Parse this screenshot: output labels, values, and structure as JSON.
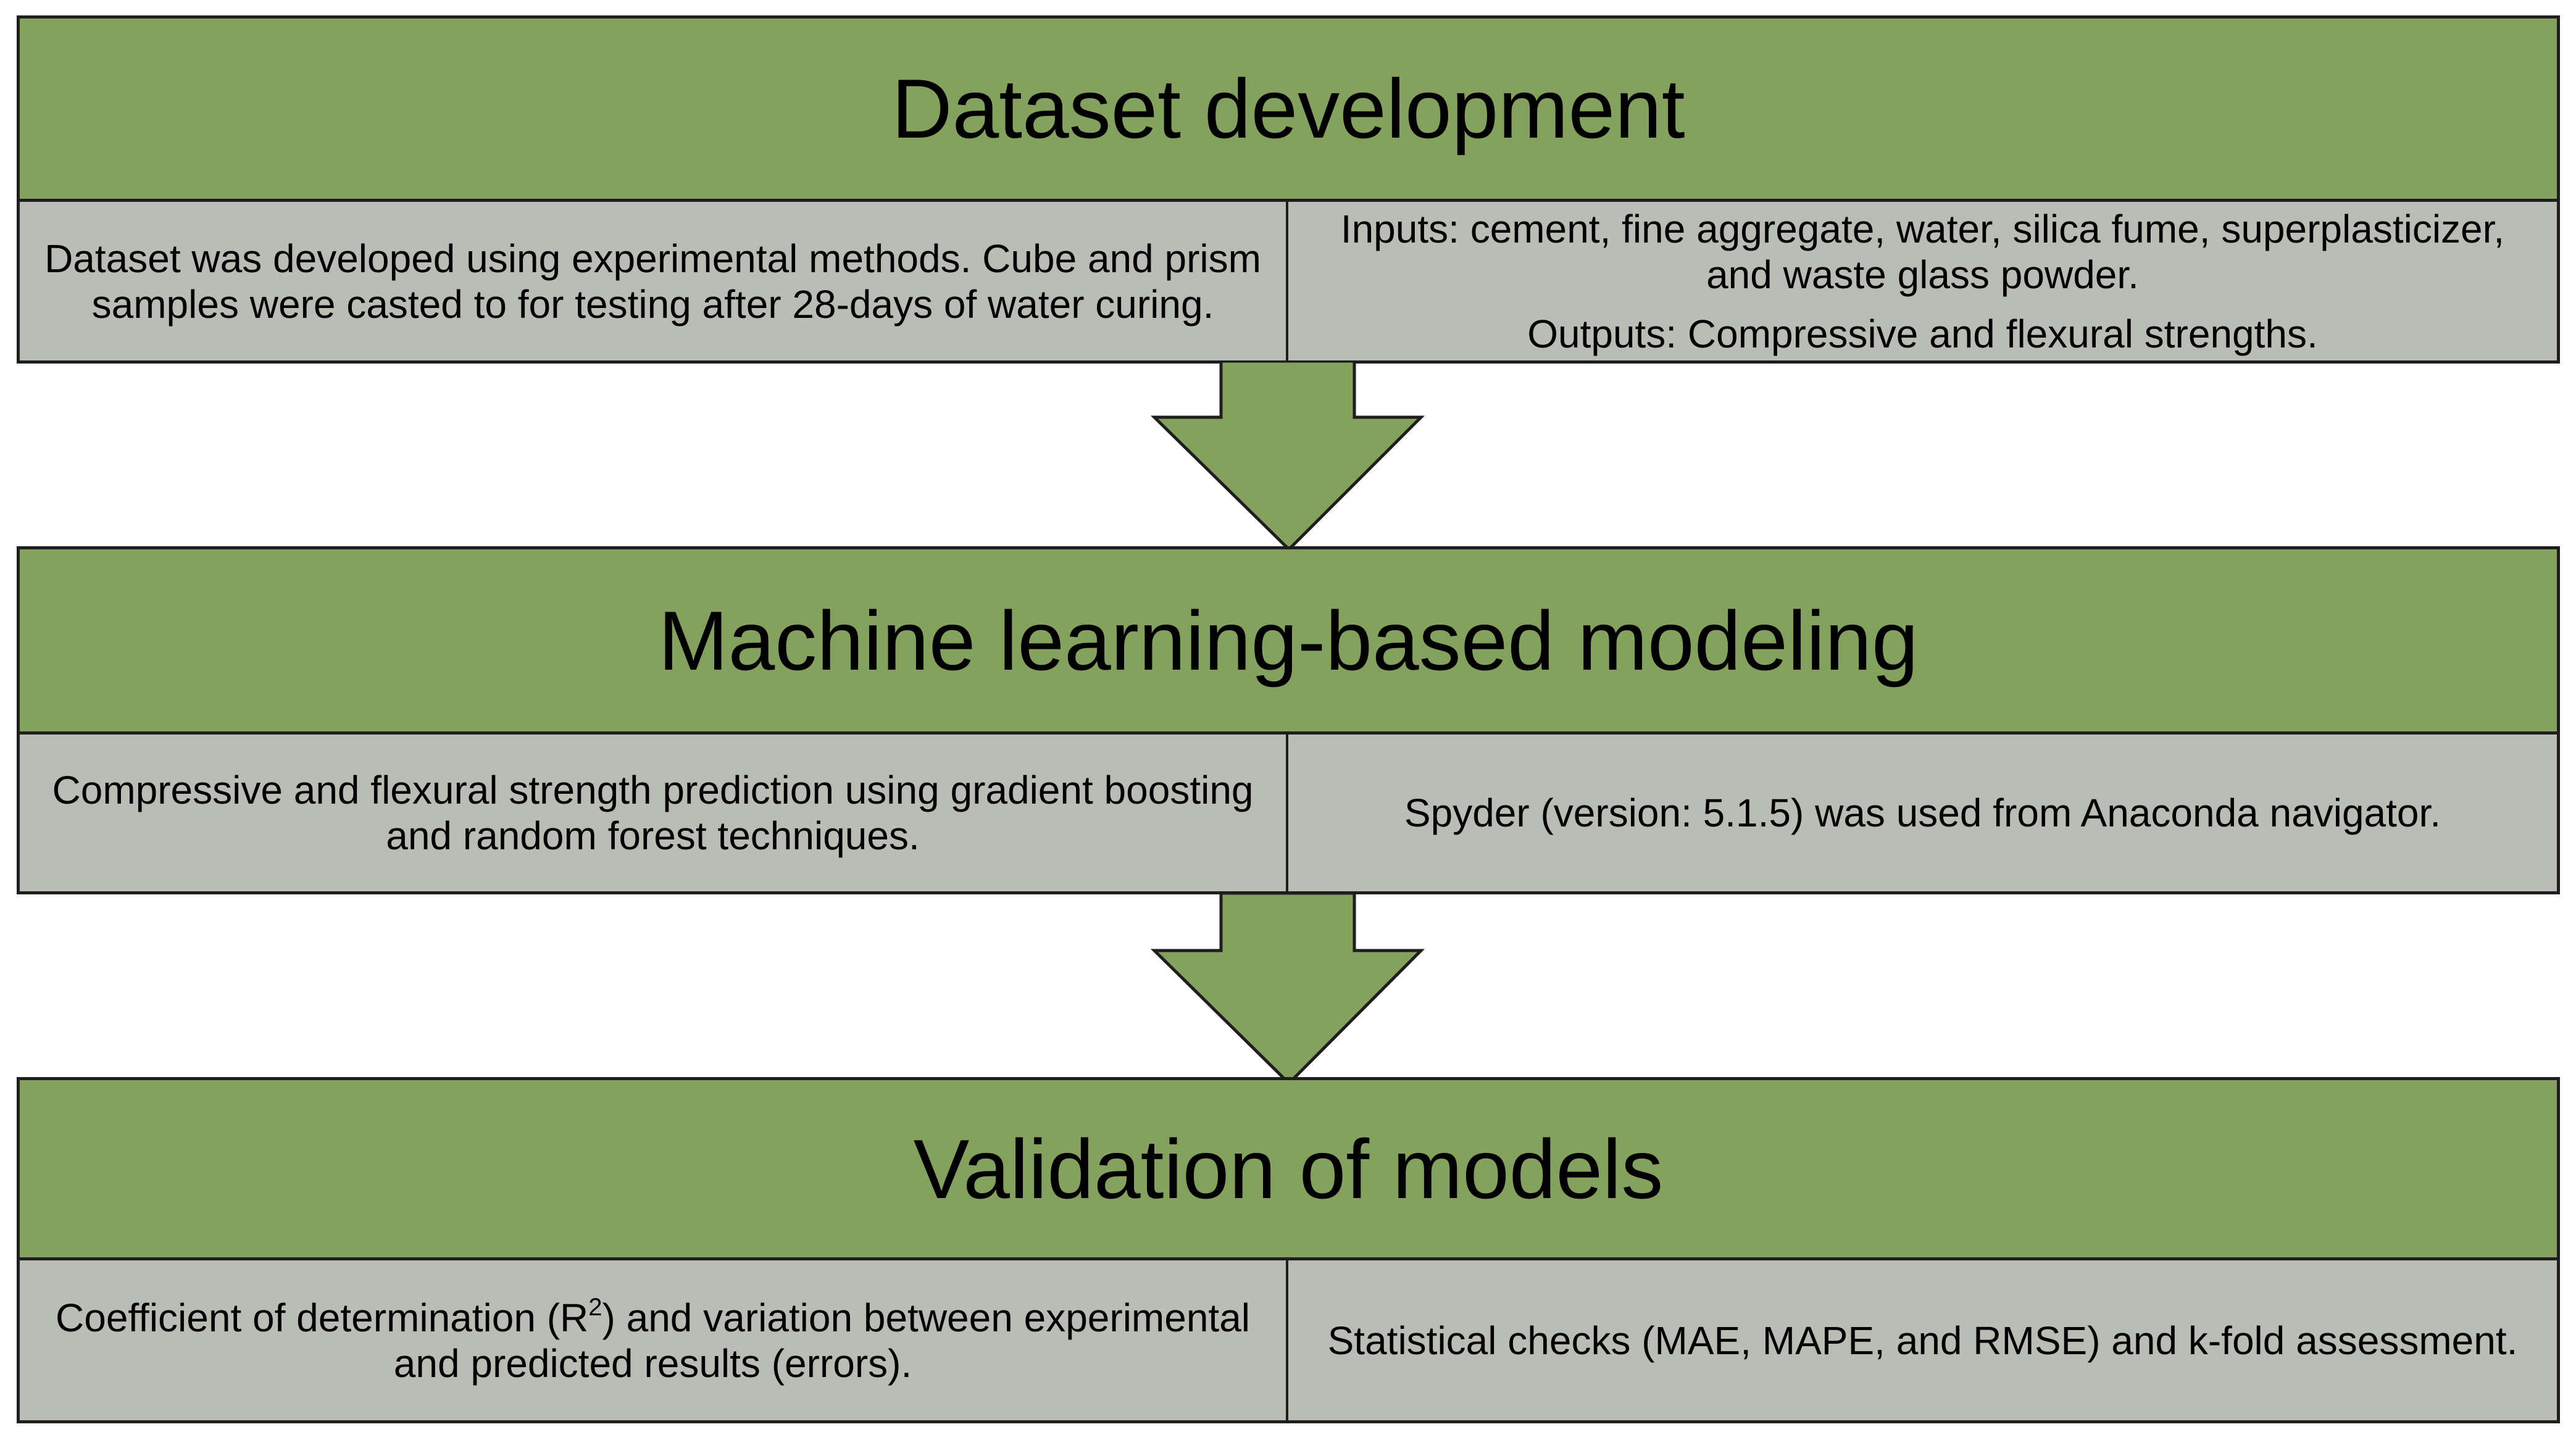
{
  "colors": {
    "header_fill": "#84a15d",
    "body_fill": "#babdb4",
    "border": "#1e1e1e",
    "arrow_fill": "#84a15d"
  },
  "stages": [
    {
      "title": "Dataset development",
      "left": [
        "Dataset was developed using experimental methods. Cube and prism samples were casted to for testing after 28-days of water curing."
      ],
      "right": [
        "Inputs: cement, fine aggregate, water, silica fume, superplasticizer, and waste glass powder.",
        "Outputs: Compressive and flexural strengths."
      ]
    },
    {
      "title": "Machine learning-based modeling",
      "left": [
        "Compressive and flexural strength prediction using gradient boosting and random forest techniques."
      ],
      "right": [
        "Spyder (version: 5.1.5) was used from Anaconda navigator."
      ]
    },
    {
      "title": "Validation of models",
      "left_parts": [
        "Coefficient of determination (R",
        "2",
        ") and variation between experimental and predicted results (errors)."
      ],
      "right": [
        "Statistical checks (MAE, MAPE, and RMSE) and k-fold assessment."
      ]
    }
  ]
}
